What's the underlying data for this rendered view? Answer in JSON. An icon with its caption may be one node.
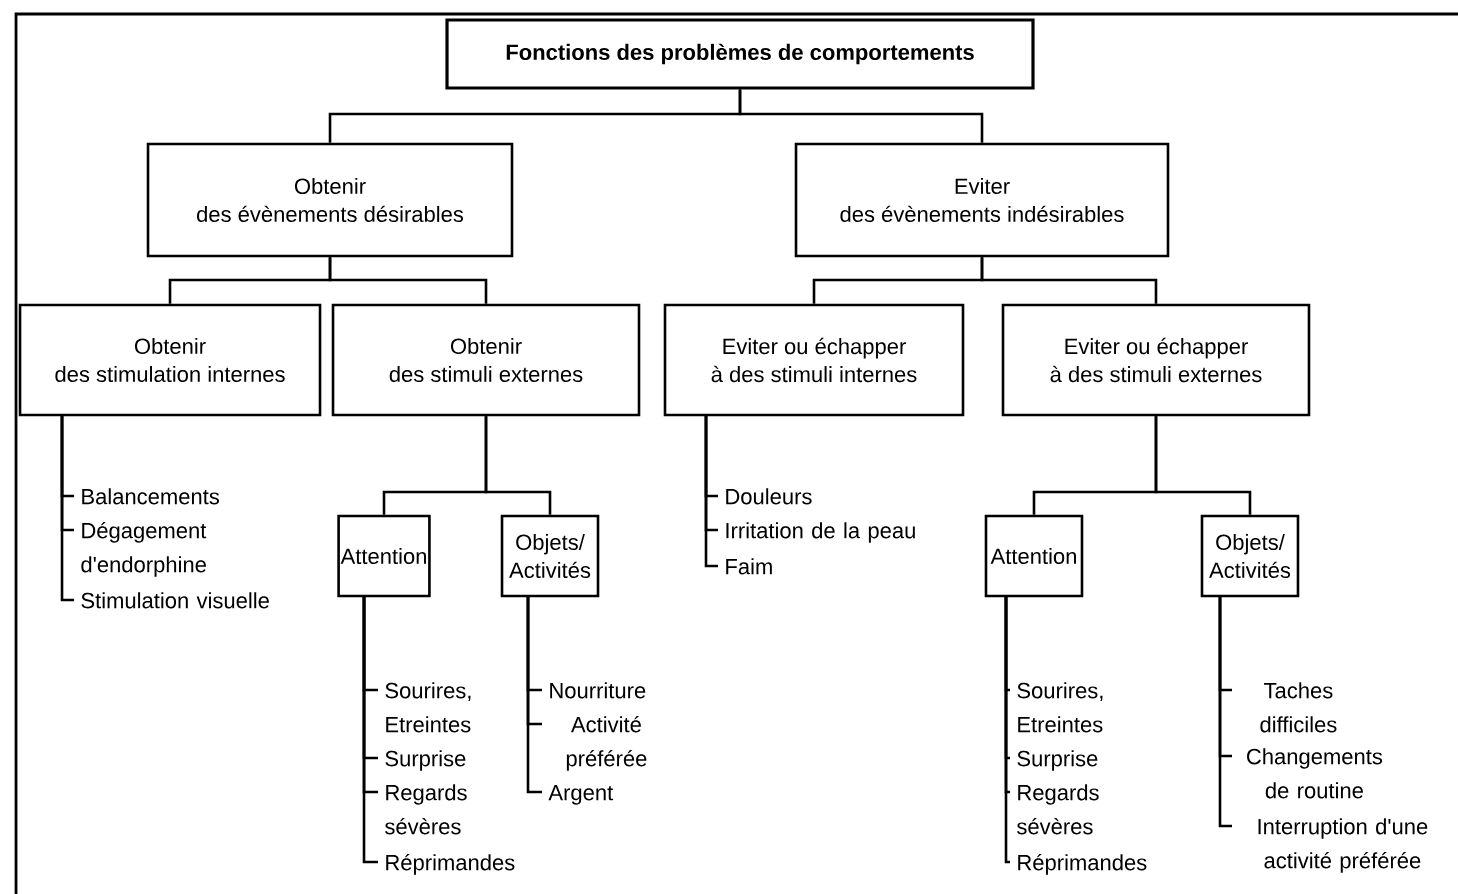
{
  "diagram": {
    "nodes": [
      {
        "text": [
          "Fonctions des problèmes de comportements"
        ]
      },
      {
        "text": [
          "Obtenir",
          "des évènements désirables"
        ]
      },
      {
        "text": [
          "Eviter",
          "des évènements indésirables"
        ]
      },
      {
        "text": [
          "Obtenir",
          "des stimulation internes"
        ]
      },
      {
        "text": [
          "Obtenir",
          "des stimuli externes"
        ]
      },
      {
        "text": [
          "Eviter ou échapper",
          "à des stimuli internes"
        ]
      },
      {
        "text": [
          "Eviter ou échapper",
          "à des stimuli externes"
        ]
      },
      {
        "text": [
          "Attention"
        ]
      },
      {
        "text": [
          "Objets/ Activités"
        ]
      },
      {
        "text": [
          "Attention"
        ]
      },
      {
        "text": [
          "Objets/ Activités"
        ]
      },
      {
        "text": [
          "Balancements"
        ]
      },
      {
        "text": [
          "Dégagement d'endorphine"
        ]
      },
      {
        "text": [
          "Stimulation visuelle"
        ]
      },
      {
        "text": [
          "Sourires, Etreintes"
        ]
      },
      {
        "text": [
          "Surprise"
        ]
      },
      {
        "text": [
          "Regards sévères"
        ]
      },
      {
        "text": [
          "Réprimandes"
        ]
      },
      {
        "text": [
          "Nourriture"
        ]
      },
      {
        "text": [
          "Activité préférée"
        ]
      },
      {
        "text": [
          "Argent"
        ]
      },
      {
        "text": [
          "Douleurs"
        ]
      },
      {
        "text": [
          "Irritation de la peau"
        ]
      },
      {
        "text": [
          "Faim"
        ]
      },
      {
        "text": [
          "Sourires, Etreintes"
        ]
      },
      {
        "text": [
          "Surprise"
        ]
      },
      {
        "text": [
          "Regards sévères"
        ]
      },
      {
        "text": [
          "Réprimandes"
        ]
      },
      {
        "text": [
          "Taches difficiles"
        ]
      },
      {
        "text": [
          "Changements de routine"
        ]
      },
      {
        "text": [
          "Interruption d'une activité préférée"
        ]
      }
    ],
    "edges": [
      {
        "from": 0,
        "to": 1,
        "arrow": "none"
      },
      {
        "from": 0,
        "to": 2,
        "arrow": "none"
      },
      {
        "from": 1,
        "to": 3,
        "arrow": "none"
      },
      {
        "from": 1,
        "to": 4,
        "arrow": "none"
      },
      {
        "from": 2,
        "to": 5,
        "arrow": "none"
      },
      {
        "from": 2,
        "to": 6,
        "arrow": "none"
      },
      {
        "from": 4,
        "to": 7,
        "arrow": "none"
      },
      {
        "from": 4,
        "to": 8,
        "arrow": "none"
      },
      {
        "from": 6,
        "to": 9,
        "arrow": "none"
      },
      {
        "from": 6,
        "to": 10,
        "arrow": "none"
      },
      {
        "from": 3,
        "to": 11,
        "arrow": "none"
      },
      {
        "from": 3,
        "to": 12,
        "arrow": "none"
      },
      {
        "from": 3,
        "to": 13,
        "arrow": "none"
      },
      {
        "from": 7,
        "to": 14,
        "arrow": "none"
      },
      {
        "from": 7,
        "to": 15,
        "arrow": "none"
      },
      {
        "from": 7,
        "to": 16,
        "arrow": "none"
      },
      {
        "from": 7,
        "to": 17,
        "arrow": "none"
      },
      {
        "from": 8,
        "to": 18,
        "arrow": "none"
      },
      {
        "from": 8,
        "to": 19,
        "arrow": "none"
      },
      {
        "from": 8,
        "to": 20,
        "arrow": "none"
      },
      {
        "from": 5,
        "to": 21,
        "arrow": "none"
      },
      {
        "from": 5,
        "to": 22,
        "arrow": "none"
      },
      {
        "from": 5,
        "to": 23,
        "arrow": "none"
      },
      {
        "from": 9,
        "to": 24,
        "arrow": "none"
      },
      {
        "from": 9,
        "to": 25,
        "arrow": "none"
      },
      {
        "from": 9,
        "to": 26,
        "arrow": "none"
      },
      {
        "from": 9,
        "to": 27,
        "arrow": "none"
      },
      {
        "from": 10,
        "to": 28,
        "arrow": "none"
      },
      {
        "from": 10,
        "to": 29,
        "arrow": "none"
      },
      {
        "from": 10,
        "to": 30,
        "arrow": "none"
      }
    ]
  }
}
